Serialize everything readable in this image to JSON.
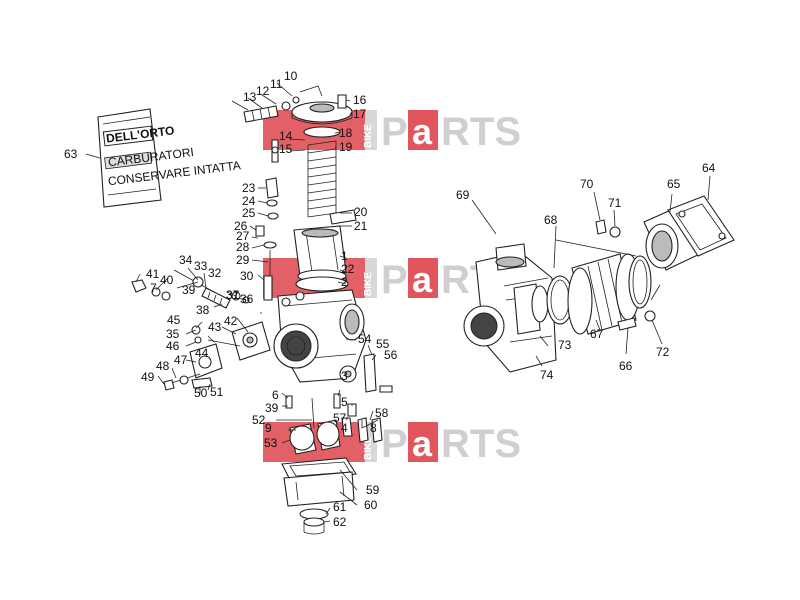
{
  "bag": {
    "brand": "DELL'ORTO",
    "line1": "CARBURATORI",
    "line2": "CONSERVARE INTATTA"
  },
  "watermark": {
    "text_left": "P",
    "text_right": "RTS",
    "text_a": "a",
    "text_vertical": "BIKE",
    "color_red": "#d8232a",
    "color_gray": "#b8b8b8"
  },
  "callouts": [
    "1",
    "2",
    "3",
    "4",
    "5",
    "6",
    "7",
    "8",
    "9",
    "10",
    "11",
    "12",
    "13",
    "14",
    "15",
    "16",
    "17",
    "18",
    "19",
    "20",
    "21",
    "22",
    "23",
    "24",
    "25",
    "26",
    "27",
    "28",
    "29",
    "30",
    "31",
    "32",
    "33",
    "34",
    "35",
    "36",
    "37",
    "38",
    "39",
    "39",
    "40",
    "41",
    "42",
    "43",
    "44",
    "45",
    "46",
    "47",
    "48",
    "49",
    "50",
    "51",
    "52",
    "53",
    "54",
    "55",
    "56",
    "57",
    "58",
    "59",
    "60",
    "61",
    "62",
    "63",
    "64",
    "65",
    "66",
    "67",
    "68",
    "69",
    "70",
    "71",
    "72",
    "73",
    "74"
  ]
}
